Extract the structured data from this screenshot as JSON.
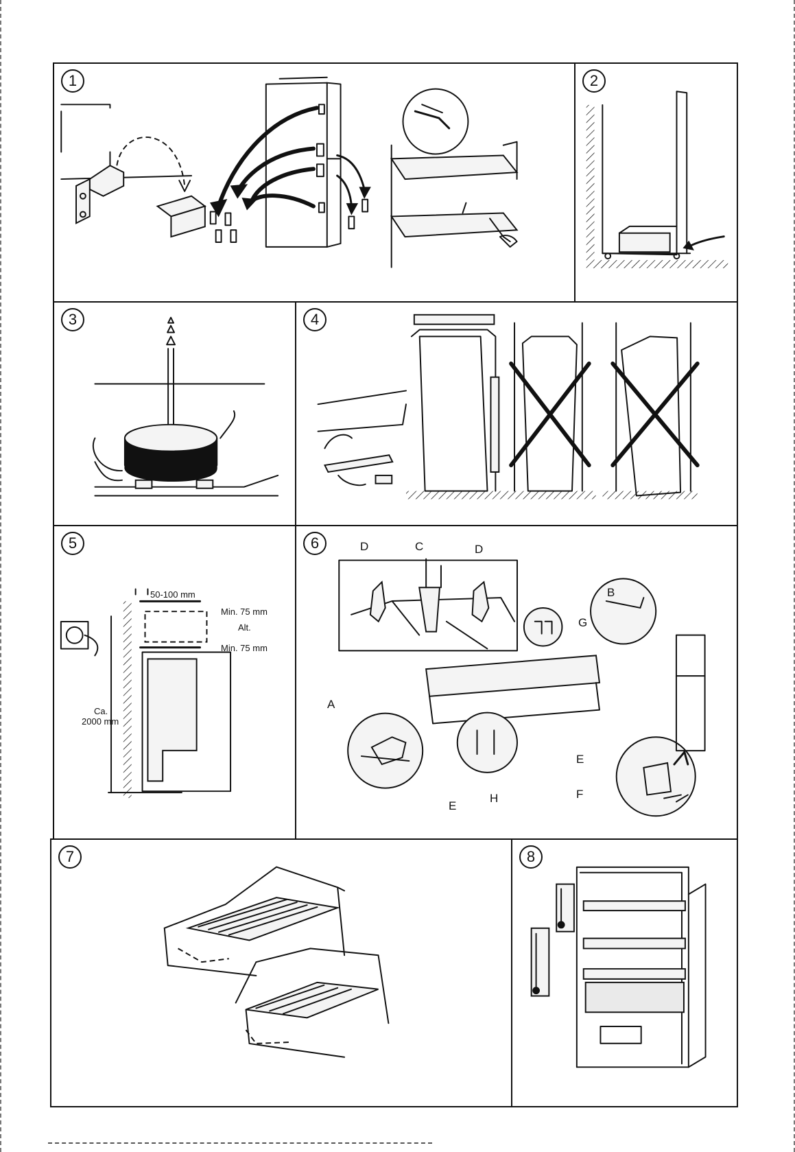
{
  "panels": [
    {
      "id": "p1",
      "number": "1"
    },
    {
      "id": "p2",
      "number": "2"
    },
    {
      "id": "p3",
      "number": "3"
    },
    {
      "id": "p4",
      "number": "4"
    },
    {
      "id": "p5",
      "number": "5"
    },
    {
      "id": "p6",
      "number": "6"
    },
    {
      "id": "p7",
      "number": "7"
    },
    {
      "id": "p8",
      "number": "8"
    }
  ],
  "panel5": {
    "gap_label": "50-100 mm",
    "top_clearance_label": "Min. 75 mm",
    "alt_label": "Alt.",
    "bottom_clearance_label": "Min. 75 mm",
    "height_label_line1": "Ca.",
    "height_label_line2": "2000 mm"
  },
  "panel6": {
    "labels": {
      "a": "A",
      "b": "B",
      "c": "C",
      "d_left": "D",
      "d_right": "D",
      "e_left": "E",
      "e_right": "E",
      "f": "F",
      "g": "G",
      "h": "H"
    }
  },
  "colors": {
    "ink": "#111111",
    "paper": "#ffffff"
  }
}
